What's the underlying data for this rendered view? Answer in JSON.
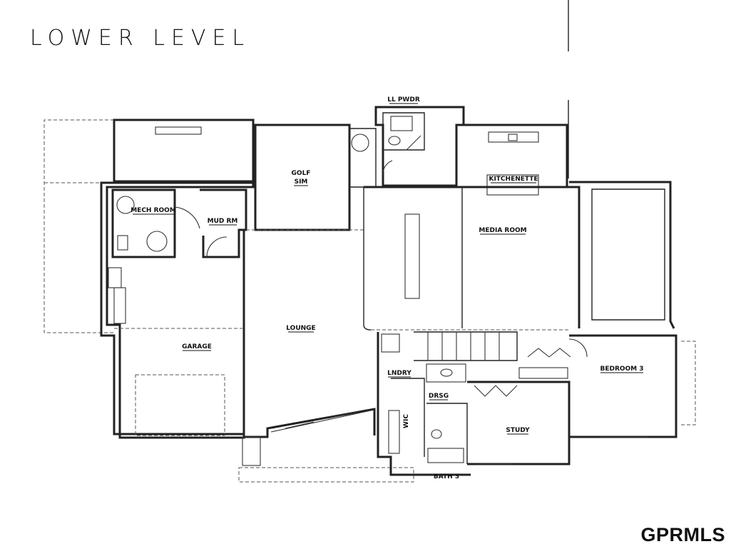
{
  "header": {
    "title": "LOWER LEVEL"
  },
  "watermark": "GPRMLS",
  "rooms": {
    "ll_pwdr": "LL PWDR",
    "golf_sim_1": "GOLF",
    "golf_sim_2": "SIM",
    "kitchenette": "KITCHENETTE",
    "mech_room": "MECH ROOM",
    "mud_rm": "MUD RM",
    "media_room": "MEDIA ROOM",
    "lounge": "LOUNGE",
    "garage": "GARAGE",
    "lndry": "LNDRY",
    "drsg": "DRSG",
    "wic": "WIC",
    "bedroom_3": "BEDROOM 3",
    "study": "STUDY",
    "bath_3": "BATH 3"
  }
}
